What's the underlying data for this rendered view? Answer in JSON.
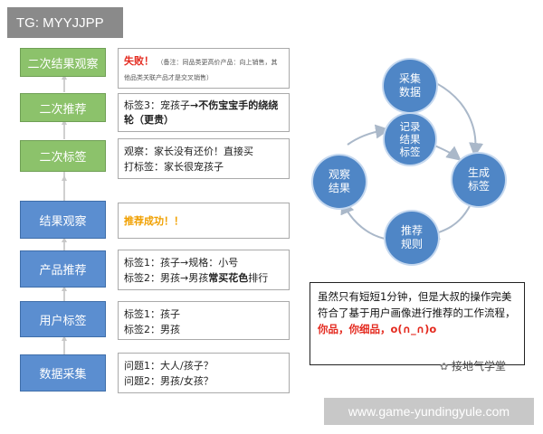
{
  "tag": "TG: MYYJJPP",
  "steps": [
    {
      "label": "二次结果观察",
      "color": "#8cc26b"
    },
    {
      "label": "二次推荐",
      "color": "#8cc26b"
    },
    {
      "label": "二次标签",
      "color": "#8cc26b"
    },
    {
      "label": "结果观察",
      "color": "#5b8ed0"
    },
    {
      "label": "产品推荐",
      "color": "#5b8ed0"
    },
    {
      "label": "用户标签",
      "color": "#5b8ed0"
    },
    {
      "label": "数据采集",
      "color": "#5b8ed0"
    }
  ],
  "desc": {
    "second_result_title": "失败！",
    "second_result_note": "（备注：同品类更高价产品：向上销售，其他品类关联产品才是交叉销售）",
    "second_rec_prefix": "标签3：宠孩子",
    "second_rec_arrow": "→",
    "second_rec_main": "不伤宝宝手的绕绕轮",
    "second_rec_suffix": "（更贵）",
    "second_tag_line1": "观察：家长没有还价！直接买",
    "second_tag_line2": "打标签：家长很宠孩子",
    "result": "推荐成功！！",
    "rec_line1": "标签1：孩子→规格：小号",
    "rec_line2_prefix": "标签2：男孩→男孩",
    "rec_line2_bold": "常买花色",
    "rec_line2_suffix": "排行",
    "user_tag_line1": "标签1：孩子",
    "user_tag_line2": "标签2：男孩",
    "collect_line1": "问题1：大人/孩子？",
    "collect_line2": "问题2：男孩/女孩？"
  },
  "cycle": {
    "collect": "采集\n数据",
    "record": "记录\n结果\n标签",
    "generate": "生成\n标签",
    "recommend": "推荐\n规则",
    "observe": "观察\n结果"
  },
  "note": {
    "line1": "虽然只有短短1分钟，但是大叔的操作完美",
    "line2": "符合了基于用户画像进行推荐的工作流程，",
    "line3_red1": "你品，你细品，",
    "line3_red2": "o(∩_∩)o"
  },
  "watermark": "接地气学堂",
  "footer": "www.game-yundingyule.com"
}
